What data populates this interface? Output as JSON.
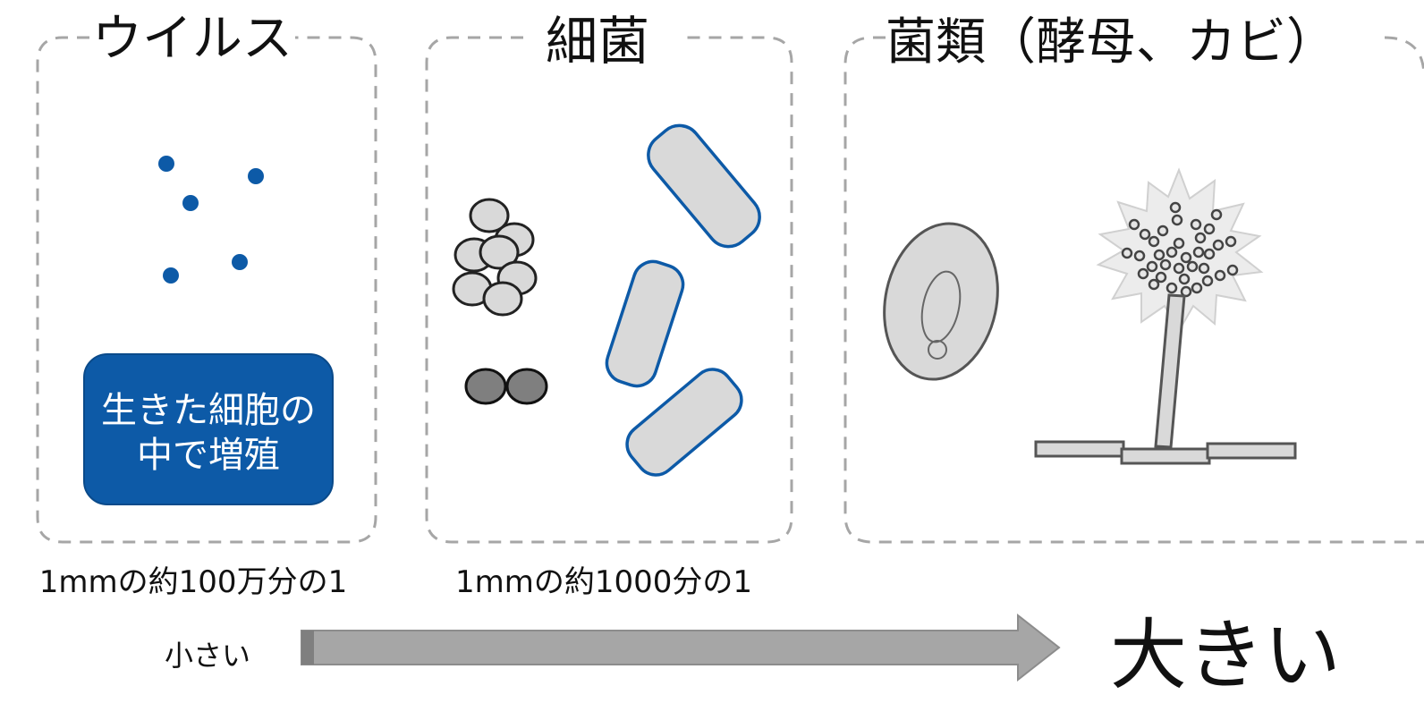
{
  "panels": [
    {
      "title": "ウイルス",
      "size_label": "1mmの約100万分の1"
    },
    {
      "title": "細菌",
      "size_label": "1mmの約1000分の1"
    },
    {
      "title": "菌類（酵母、カビ）"
    }
  ],
  "virus_note": {
    "line1": "生きた細胞の",
    "line2": "中で増殖"
  },
  "scale": {
    "small": "小さい",
    "large": "大きい"
  },
  "colors": {
    "virus_blue": "#0d5aa7",
    "dashed_border": "#a6a6a6",
    "cell_fill": "#d9d9d9",
    "dark_cell": "#7f7f7f",
    "arrow_gray": "#a6a6a6"
  }
}
